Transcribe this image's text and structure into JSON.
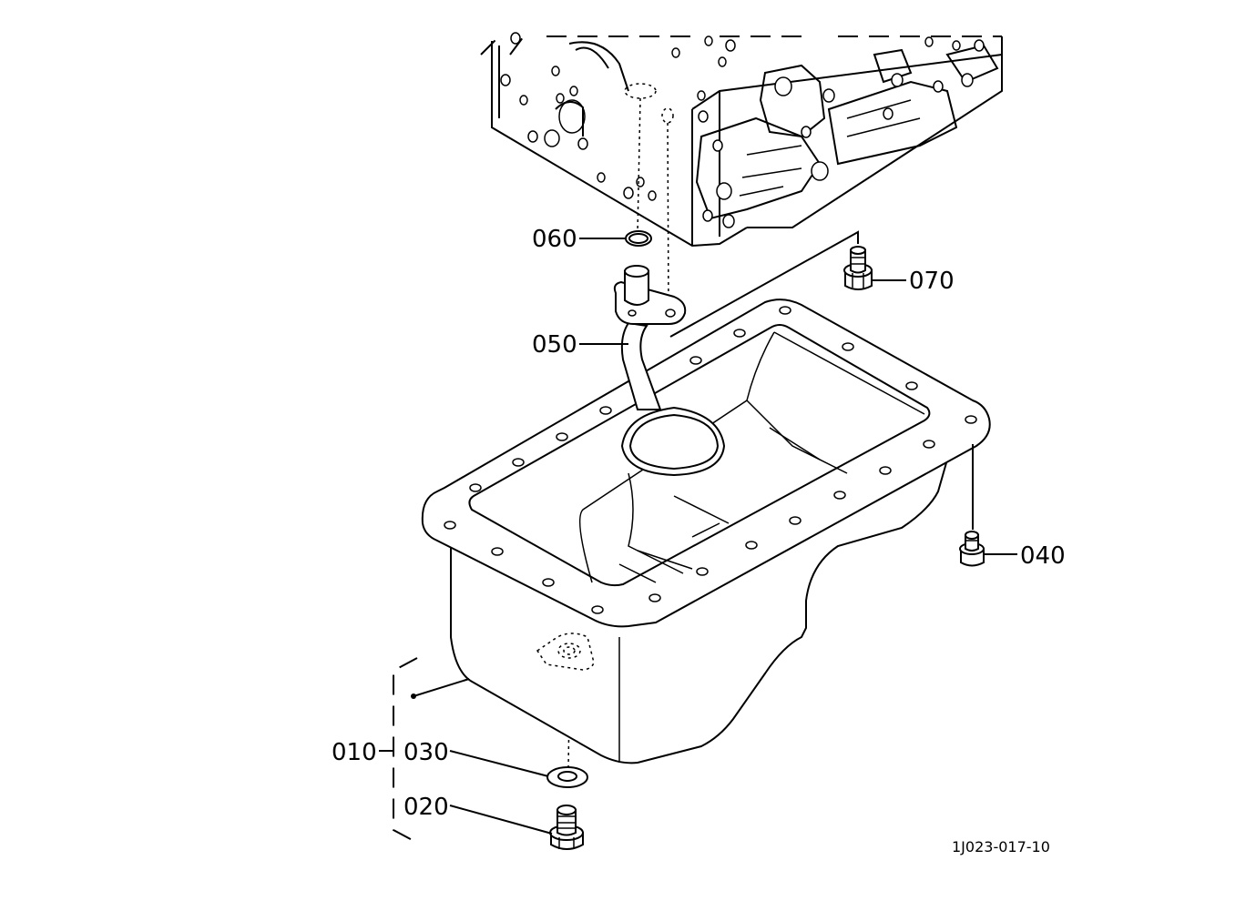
{
  "diagram": {
    "labels": {
      "p010": "010",
      "p020": "020",
      "p030": "030",
      "p040": "040",
      "p050": "050",
      "p060": "060",
      "p070": "070"
    },
    "reference_code": "1J023-017-10"
  }
}
